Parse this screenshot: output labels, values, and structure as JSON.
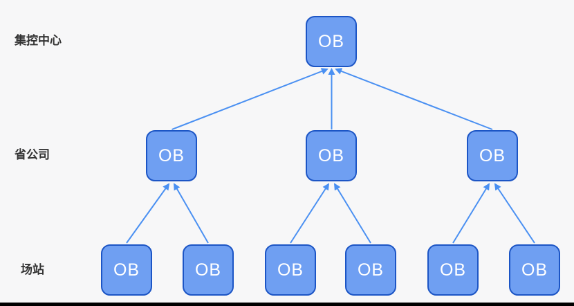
{
  "diagram": {
    "tiers": [
      {
        "id": "center",
        "label": "集控中心",
        "node_count": 1
      },
      {
        "id": "province",
        "label": "省公司",
        "node_count": 3
      },
      {
        "id": "station",
        "label": "场站",
        "node_count": 6
      }
    ],
    "node_label": "OB",
    "structure": {
      "arrow_direction": "upward",
      "stations_per_province": 2,
      "provinces_per_center": 3
    },
    "colors": {
      "node_fill": "#6f9ff2",
      "node_border": "#1c55c5",
      "node_text": "#ffffff",
      "arrow": "#4a90f2",
      "tier_label_text": "#333333",
      "background": "#f7f7f8",
      "bottom_bar": "#000000"
    }
  }
}
